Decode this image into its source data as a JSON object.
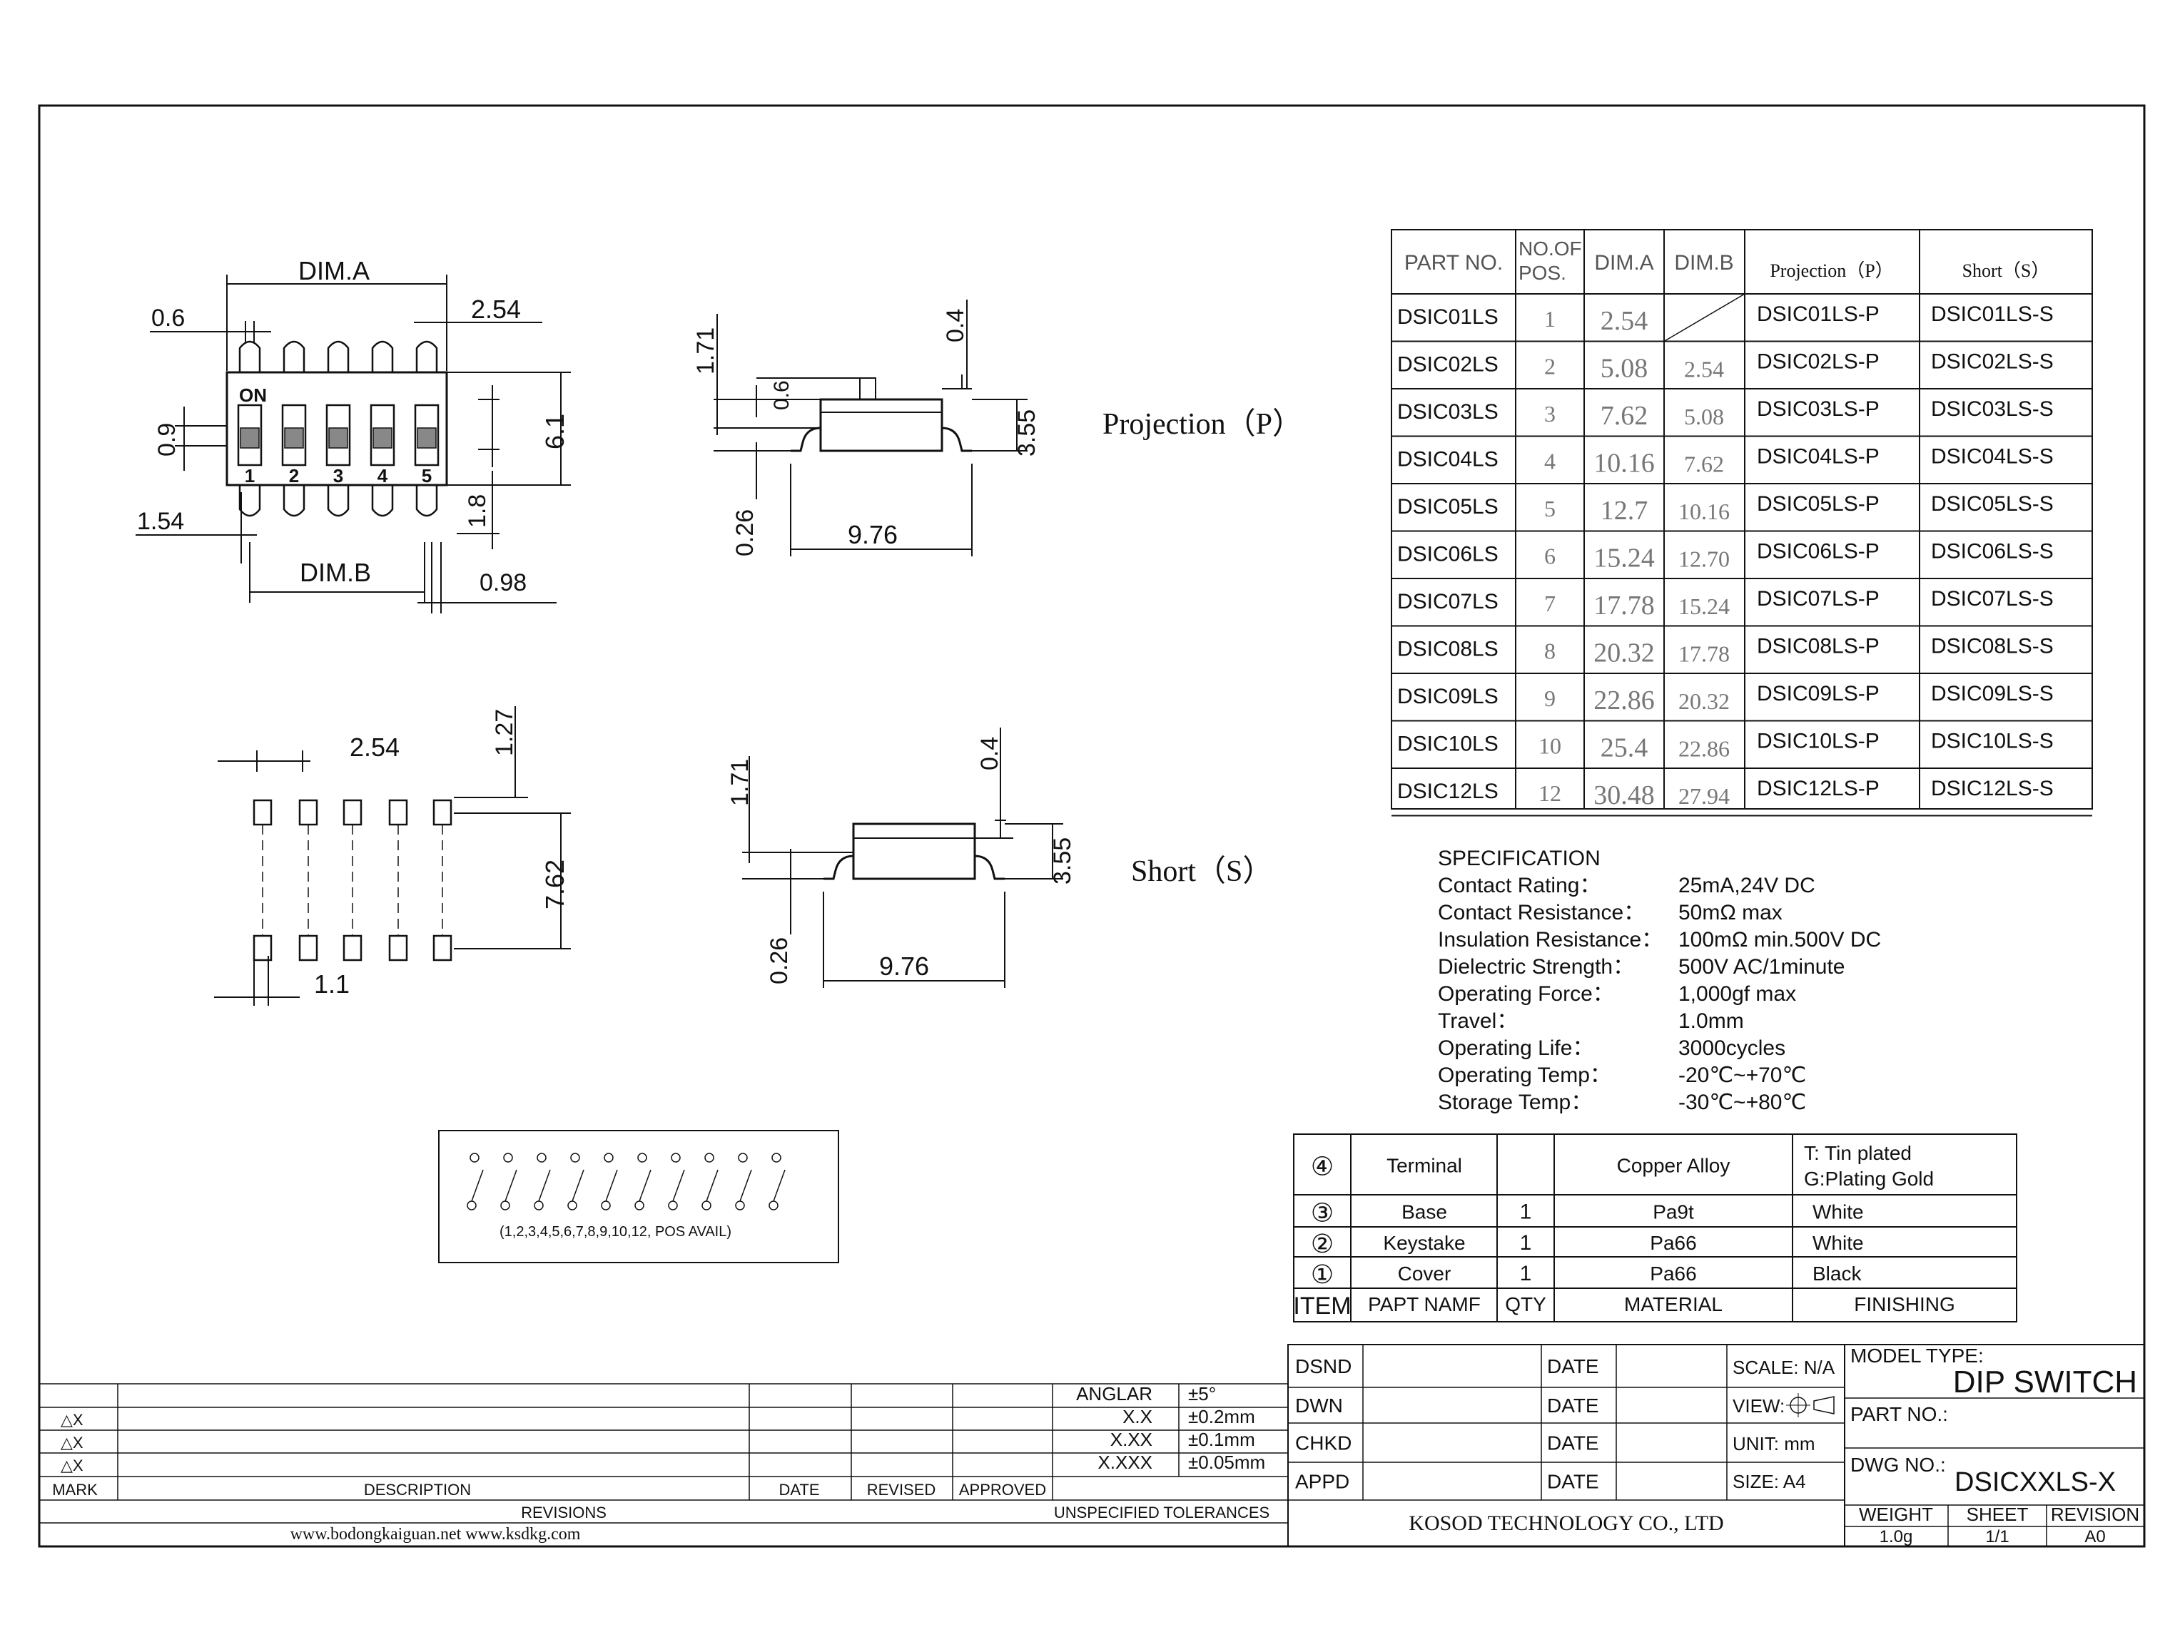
{
  "dims": {
    "dim_a": "DIM.A",
    "dim_b": "DIM.B",
    "d_0_6": "0.6",
    "d_2_54": "2.54",
    "d_0_9": "0.9",
    "d_6_1": "6.1",
    "d_1_54": "1.54",
    "d_1_8": "1.8",
    "d_0_98": "0.98",
    "d_1_71": "1.71",
    "d_0_4": "0.4",
    "d_3_55": "3.55",
    "d_0_26": "0.26",
    "d_9_76": "9.76",
    "d_1_27": "1.27",
    "d_7_62": "7.62",
    "d_1_1": "1.1"
  },
  "switch_labels": {
    "on": "ON",
    "positions": [
      "1",
      "2",
      "3",
      "4",
      "5"
    ]
  },
  "view_titles": {
    "projection": "Projection（P）",
    "short": "Short（S）"
  },
  "circuit_note": "(1,2,3,4,5,6,7,8,9,10,12,  POS AVAIL)",
  "part_table": {
    "headers": {
      "part_no": "PART NO.",
      "pos_line1": "NO.OF",
      "pos_line2": "POS.",
      "dim_a": "DIM.A",
      "dim_b": "DIM.B",
      "projection": "Projection（P）",
      "short": "Short（S）"
    },
    "rows": [
      {
        "part": "DSIC01LS",
        "pos": "1",
        "a": "2.54",
        "b": "",
        "p": "DSIC01LS-P",
        "s": "DSIC01LS-S"
      },
      {
        "part": "DSIC02LS",
        "pos": "2",
        "a": "5.08",
        "b": "2.54",
        "p": "DSIC02LS-P",
        "s": "DSIC02LS-S"
      },
      {
        "part": "DSIC03LS",
        "pos": "3",
        "a": "7.62",
        "b": "5.08",
        "p": "DSIC03LS-P",
        "s": "DSIC03LS-S"
      },
      {
        "part": "DSIC04LS",
        "pos": "4",
        "a": "10.16",
        "b": "7.62",
        "p": "DSIC04LS-P",
        "s": "DSIC04LS-S"
      },
      {
        "part": "DSIC05LS",
        "pos": "5",
        "a": "12.7",
        "b": "10.16",
        "p": "DSIC05LS-P",
        "s": "DSIC05LS-S"
      },
      {
        "part": "DSIC06LS",
        "pos": "6",
        "a": "15.24",
        "b": "12.70",
        "p": "DSIC06LS-P",
        "s": "DSIC06LS-S"
      },
      {
        "part": "DSIC07LS",
        "pos": "7",
        "a": "17.78",
        "b": "15.24",
        "p": "DSIC07LS-P",
        "s": "DSIC07LS-S"
      },
      {
        "part": "DSIC08LS",
        "pos": "8",
        "a": "20.32",
        "b": "17.78",
        "p": "DSIC08LS-P",
        "s": "DSIC08LS-S"
      },
      {
        "part": "DSIC09LS",
        "pos": "9",
        "a": "22.86",
        "b": "20.32",
        "p": "DSIC09LS-P",
        "s": "DSIC09LS-S"
      },
      {
        "part": "DSIC10LS",
        "pos": "10",
        "a": "25.4",
        "b": "22.86",
        "p": "DSIC10LS-P",
        "s": "DSIC10LS-S"
      },
      {
        "part": "DSIC12LS",
        "pos": "12",
        "a": "30.48",
        "b": "27.94",
        "p": "DSIC12LS-P",
        "s": "DSIC12LS-S"
      }
    ]
  },
  "spec": {
    "title": "SPECIFICATION",
    "items": [
      {
        "label": "Contact  Rating：",
        "value": "25mA,24V DC"
      },
      {
        "label": "Contact  Resistance：",
        "value": "50mΩ max"
      },
      {
        "label": "Insulation Resistance：",
        "value": "100mΩ min.500V DC"
      },
      {
        "label": "Dielectric  Strength：",
        "value": "500V AC/1minute"
      },
      {
        "label": "Operating Force：",
        "value": "1,000gf max"
      },
      {
        "label": "Travel：",
        "value": "1.0mm"
      },
      {
        "label": "Operating Life：",
        "value": "3000cycles"
      },
      {
        "label": "Operating Temp：",
        "value": "-20℃~+70℃"
      },
      {
        "label": "Storage Temp：",
        "value": "-30℃~+80℃"
      }
    ]
  },
  "bom": {
    "rows": [
      {
        "item": "④",
        "name": "Terminal",
        "qty": "",
        "material": "Copper Alloy",
        "finish1": "T: Tin plated",
        "finish2": "G:Plating Gold"
      },
      {
        "item": "③",
        "name": "Base",
        "qty": "1",
        "material": "Pa9t",
        "finish1": "White",
        "finish2": ""
      },
      {
        "item": "②",
        "name": "Keystake",
        "qty": "1",
        "material": "Pa66",
        "finish1": "White",
        "finish2": ""
      },
      {
        "item": "①",
        "name": "Cover",
        "qty": "1",
        "material": "Pa66",
        "finish1": "Black",
        "finish2": ""
      }
    ],
    "header": {
      "item": "ITEM",
      "name": "PAPT NAMF",
      "qty": "QTY",
      "material": "MATERIAL",
      "finish": "FINISHING"
    }
  },
  "revisions": {
    "marks": [
      "△X",
      "△X",
      "△X"
    ],
    "cols": {
      "mark": "MARK",
      "desc": "DESCRIPTION",
      "date": "DATE",
      "revised": "REVISED",
      "approved": "APPROVED"
    },
    "footer": "REVISIONS",
    "tolerances": [
      {
        "k": "ANGLAR",
        "v": "±5°"
      },
      {
        "k": "X.X",
        "v": "±0.2mm"
      },
      {
        "k": "X.XX",
        "v": "±0.1mm"
      },
      {
        "k": "X.XXX",
        "v": "±0.05mm"
      }
    ],
    "tol_footer": "UNSPECIFIED TOLERANCES",
    "websites": "www.bodongkaiguan.net      www.ksdkg.com"
  },
  "title_block": {
    "roles": [
      "DSND",
      "DWN",
      "CHKD",
      "APPD"
    ],
    "date": "DATE",
    "scale": "SCALE: N/A",
    "view": "VIEW:",
    "unit": "UNIT: mm",
    "size": "SIZE: A4",
    "company": "KOSOD TECHNOLOGY CO., LTD",
    "model_type_label": "MODEL TYPE:",
    "model_type": "DIP SWITCH",
    "part_no_label": "PART NO.:",
    "dwg_no_label": "DWG NO.:",
    "dwg_no": "DSICXXLS-X",
    "weight_label": "WEIGHT",
    "weight": "1.0g",
    "sheet_label": "SHEET",
    "sheet": "1/1",
    "revision_label": "REVISION",
    "revision": "A0"
  }
}
